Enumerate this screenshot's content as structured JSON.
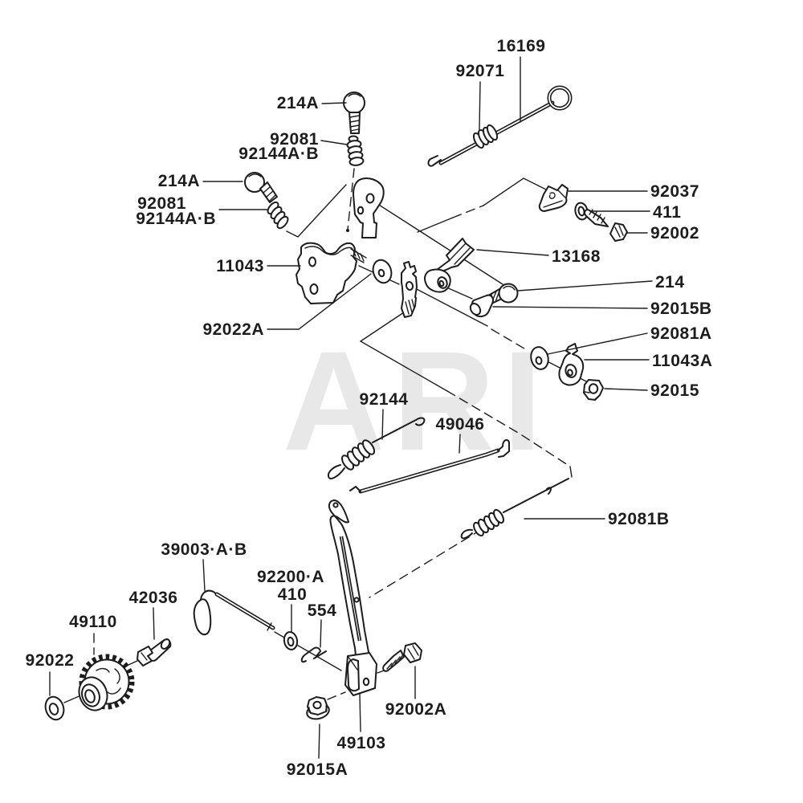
{
  "watermark": "ARI",
  "colors": {
    "ink": "#1d1d1d",
    "watermark": "#e8e8e8",
    "paper": "#ffffff"
  },
  "parts": [
    {
      "id": "16169",
      "label": "16169"
    },
    {
      "id": "92071",
      "label": "92071"
    },
    {
      "id": "214A-top",
      "label": "214A"
    },
    {
      "id": "92081-top",
      "label": "92081"
    },
    {
      "id": "92144AB-top",
      "label": "92144A·B"
    },
    {
      "id": "214A-left",
      "label": "214A"
    },
    {
      "id": "92081-left",
      "label": "92081"
    },
    {
      "id": "92144AB-left",
      "label": "92144A·B"
    },
    {
      "id": "11043",
      "label": "11043"
    },
    {
      "id": "92022A",
      "label": "92022A"
    },
    {
      "id": "92037",
      "label": "92037"
    },
    {
      "id": "411",
      "label": "411"
    },
    {
      "id": "92002",
      "label": "92002"
    },
    {
      "id": "13168",
      "label": "13168"
    },
    {
      "id": "214",
      "label": "214"
    },
    {
      "id": "92015B",
      "label": "92015B"
    },
    {
      "id": "92081A",
      "label": "92081A"
    },
    {
      "id": "11043A",
      "label": "11043A"
    },
    {
      "id": "92015",
      "label": "92015"
    },
    {
      "id": "92144",
      "label": "92144"
    },
    {
      "id": "49046",
      "label": "49046"
    },
    {
      "id": "92081B",
      "label": "92081B"
    },
    {
      "id": "39003AB",
      "label": "39003·A·B"
    },
    {
      "id": "92200A",
      "label": "92200·A"
    },
    {
      "id": "410",
      "label": "410"
    },
    {
      "id": "554",
      "label": "554"
    },
    {
      "id": "42036",
      "label": "42036"
    },
    {
      "id": "49110",
      "label": "49110"
    },
    {
      "id": "92022",
      "label": "92022"
    },
    {
      "id": "92002A",
      "label": "92002A"
    },
    {
      "id": "49103",
      "label": "49103"
    },
    {
      "id": "92015A",
      "label": "92015A"
    }
  ]
}
